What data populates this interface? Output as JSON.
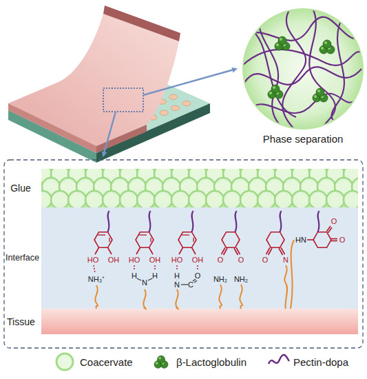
{
  "diagram": {
    "nodes": [
      {
        "text": [
          "Phase separation"
        ]
      },
      {
        "text": [
          "Glue"
        ]
      },
      {
        "text": [
          "Interface"
        ]
      },
      {
        "text": [
          "Tissue"
        ]
      }
    ],
    "labels": [
      "HO",
      "OH",
      "NH₃⁺",
      "HO",
      "OH",
      "H",
      "N",
      "H",
      "HO",
      "OH",
      "H",
      "N",
      "C",
      "O",
      "O",
      "O",
      "NH₂",
      "NH₂",
      "O",
      "N",
      "HN",
      "O",
      "O"
    ],
    "legend": [
      {
        "text": "Coacervate"
      },
      {
        "text": "β-Lactoglobulin"
      },
      {
        "text": "Pectin-dopa"
      }
    ]
  }
}
